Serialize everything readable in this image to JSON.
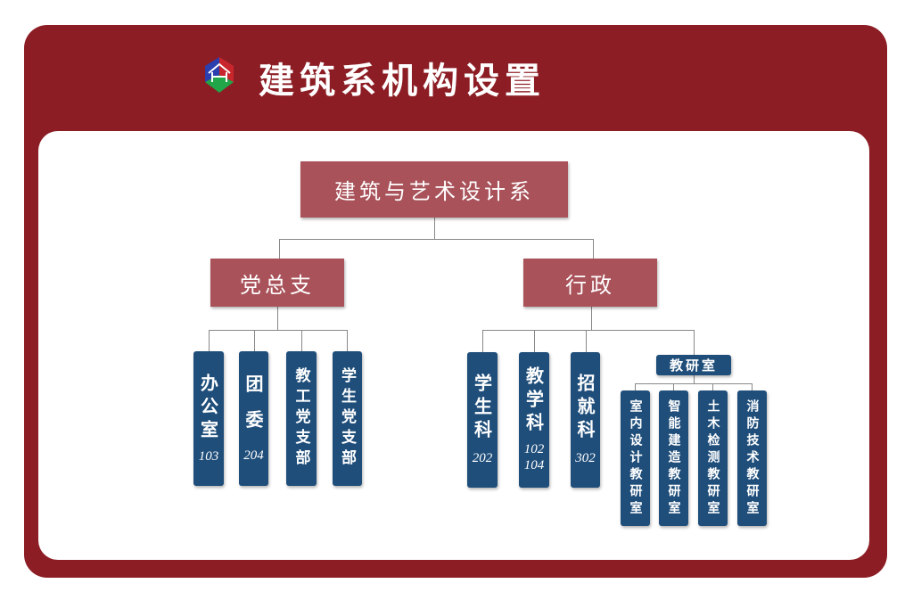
{
  "title": "建筑系机构设置",
  "logo": "house-cube-logo",
  "root": "建筑与艺术设计系",
  "branches": {
    "party": "党总支",
    "admin": "行政"
  },
  "party_units": [
    {
      "name": "办公室",
      "room": "103"
    },
    {
      "name": "团委",
      "room": "204"
    },
    {
      "name": "教工党支部"
    },
    {
      "name": "学生党支部"
    }
  ],
  "admin_units": [
    {
      "name": "学生科",
      "room": "202"
    },
    {
      "name": "教学科",
      "room": "102",
      "room2": "104"
    },
    {
      "name": "招就科",
      "room": "302"
    }
  ],
  "research": {
    "label": "教研室",
    "units": [
      "室内设计教研室",
      "智能建造教研室",
      "土木检测教研室",
      "消防技术教研室"
    ]
  },
  "colors": {
    "frame": "#8c1d24",
    "node": "#a9525a",
    "leaf": "#1f4e7a"
  }
}
